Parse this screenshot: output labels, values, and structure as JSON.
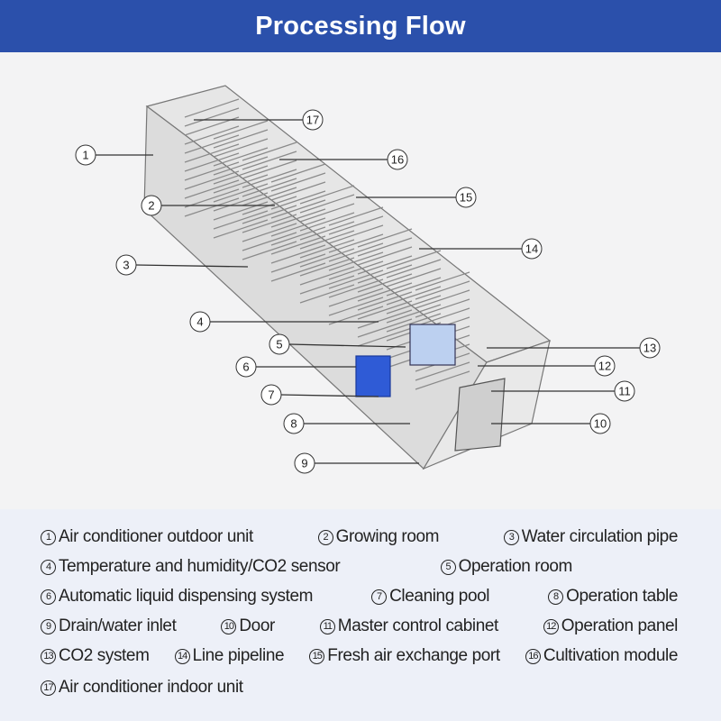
{
  "header": {
    "title": "Processing Flow"
  },
  "colors": {
    "header_bg": "#2b50ab",
    "legend_bg": "#edf0f8",
    "accent_blue": "#2f5bd6"
  },
  "callouts": [
    "1",
    "2",
    "3",
    "4",
    "5",
    "6",
    "7",
    "8",
    "9",
    "10",
    "11",
    "12",
    "13",
    "14",
    "15",
    "16",
    "17"
  ],
  "legend": {
    "rows": [
      [
        {
          "n": "1",
          "label": "Air conditioner outdoor unit"
        },
        {
          "n": "2",
          "label": "Growing room"
        },
        {
          "n": "3",
          "label": "Water circulation pipe"
        }
      ],
      [
        {
          "n": "4",
          "label": "Temperature and humidity/CO2 sensor"
        },
        {
          "n": "5",
          "label": "Operation room"
        }
      ],
      [
        {
          "n": "6",
          "label": "Automatic liquid dispensing system"
        },
        {
          "n": "7",
          "label": "Cleaning pool"
        },
        {
          "n": "8",
          "label": "Operation table"
        }
      ],
      [
        {
          "n": "9",
          "label": "Drain/water inlet"
        },
        {
          "n": "10",
          "label": "Door"
        },
        {
          "n": "11",
          "label": "Master control cabinet"
        },
        {
          "n": "12",
          "label": "Operation panel"
        }
      ],
      [
        {
          "n": "13",
          "label": "CO2 system"
        },
        {
          "n": "14",
          "label": "Line pipeline"
        },
        {
          "n": "15",
          "label": "Fresh air exchange port"
        },
        {
          "n": "16",
          "label": "Cultivation module"
        }
      ],
      [
        {
          "n": "17",
          "label": "Air conditioner indoor unit"
        }
      ]
    ]
  }
}
